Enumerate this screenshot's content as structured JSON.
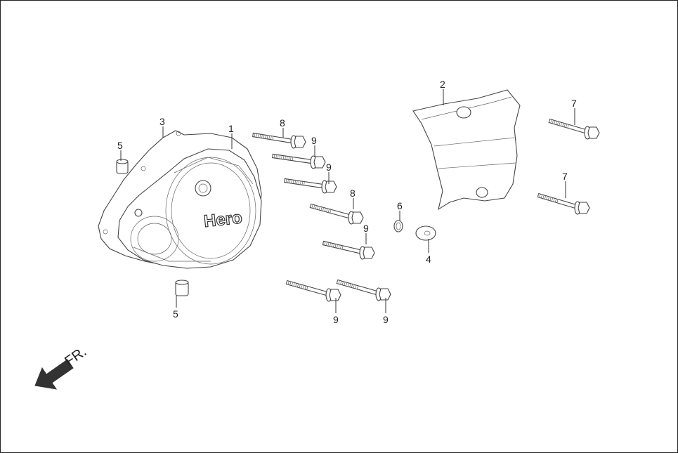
{
  "callouts": {
    "c1": "1",
    "c2": "2",
    "c3": "3",
    "c4": "4",
    "c5a": "5",
    "c5b": "5",
    "c6": "6",
    "c7a": "7",
    "c7b": "7",
    "c8a": "8",
    "c8b": "8",
    "c9a": "9",
    "c9b": "9",
    "c9c": "9",
    "c9d": "9",
    "c9e": "9"
  },
  "cover_logo": "Hero",
  "direction": {
    "label": "FR.",
    "arrow_icon": "arrow-front-left-icon"
  }
}
